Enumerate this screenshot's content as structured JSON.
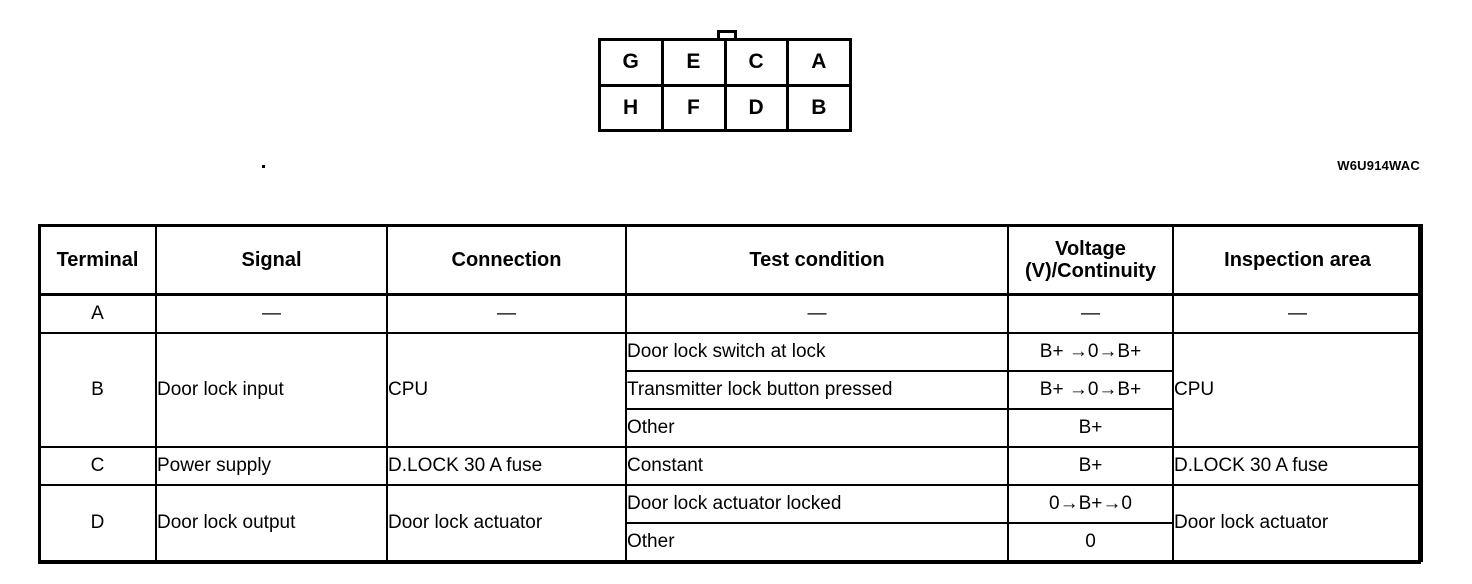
{
  "connector": {
    "name": "8-pin connector pinout",
    "tab_label": "",
    "rows": [
      [
        "G",
        "E",
        "C",
        "A"
      ],
      [
        "H",
        "F",
        "D",
        "B"
      ]
    ]
  },
  "reference_code": "W6U914WAC",
  "table": {
    "headers": [
      "Terminal",
      "Signal",
      "Connection",
      "Test condition",
      "Voltage\n(V)/Continuity",
      "Inspection area"
    ],
    "header_voltage_line1": "Voltage",
    "header_voltage_line2": "(V)/Continuity",
    "rows": [
      {
        "terminal": "A",
        "signal": "—",
        "connection": "—",
        "inspection_area": "—",
        "conditions": [
          {
            "test_condition": "—",
            "voltage": "—"
          }
        ]
      },
      {
        "terminal": "B",
        "signal": "Door lock input",
        "connection": "CPU",
        "inspection_area": "CPU",
        "conditions": [
          {
            "test_condition": "Door lock switch at lock",
            "voltage": "B+ →0→B+"
          },
          {
            "test_condition": "Transmitter lock button pressed",
            "voltage": "B+ →0→B+"
          },
          {
            "test_condition": "Other",
            "voltage": "B+"
          }
        ]
      },
      {
        "terminal": "C",
        "signal": "Power supply",
        "connection": "D.LOCK 30 A fuse",
        "inspection_area": "D.LOCK 30 A fuse",
        "conditions": [
          {
            "test_condition": "Constant",
            "voltage": "B+"
          }
        ]
      },
      {
        "terminal": "D",
        "signal": "Door lock output",
        "connection": "Door lock actuator",
        "inspection_area": "Door lock actuator",
        "conditions": [
          {
            "test_condition": "Door lock actuator locked",
            "voltage": "0→B+→0"
          },
          {
            "test_condition": "Other",
            "voltage": "0"
          }
        ]
      }
    ]
  }
}
